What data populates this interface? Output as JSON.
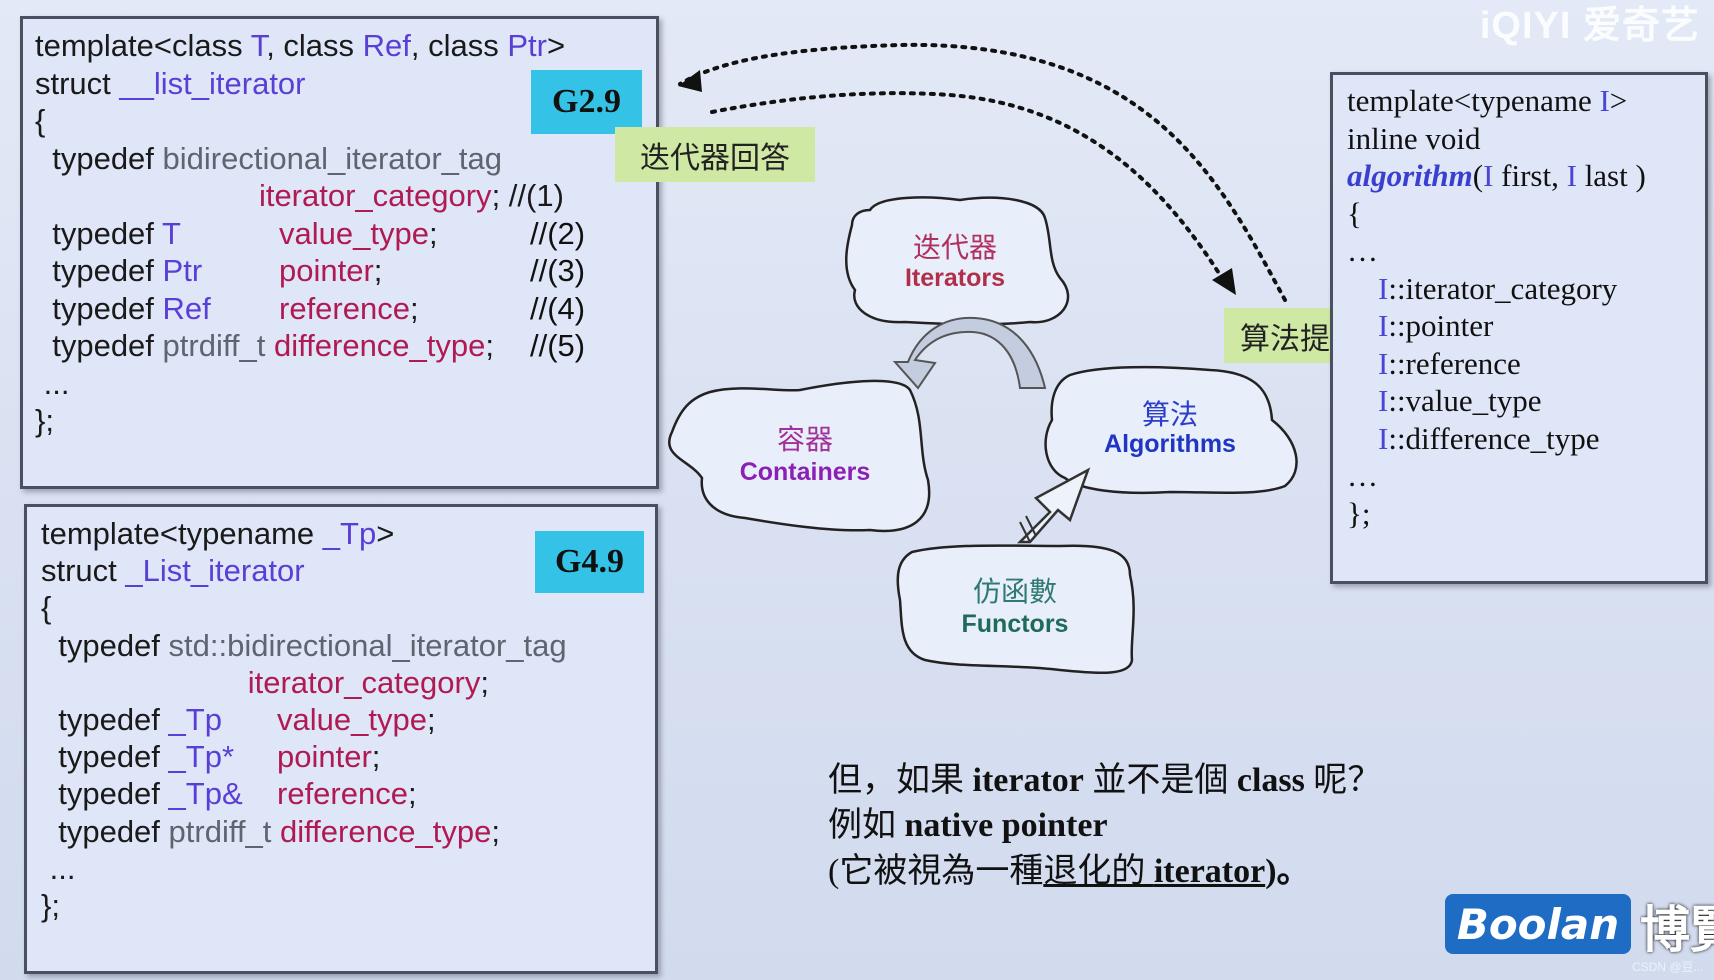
{
  "watermark": {
    "logo": "iQIYI 爱奇艺"
  },
  "g29": {
    "version": "G2.9",
    "lines": [
      [
        [
          "template<class ",
          "kw"
        ],
        [
          "T",
          "tp"
        ],
        [
          ", class ",
          "kw"
        ],
        [
          "Ref",
          "tp"
        ],
        [
          ", class ",
          "kw"
        ],
        [
          "Ptr",
          "tp"
        ],
        [
          ">",
          "kw"
        ]
      ],
      [
        [
          "struct ",
          "kw"
        ],
        [
          "__list_iterator",
          "tp"
        ]
      ],
      [
        [
          "{",
          "kw"
        ]
      ],
      [
        [
          "  typedef ",
          "kw"
        ],
        [
          "bidirectional_iterator_tag",
          "gy"
        ]
      ],
      [
        [
          "                          ",
          "kw"
        ],
        [
          "iterator_category",
          "rd"
        ],
        [
          "; //(1)",
          "kw"
        ]
      ],
      [
        [
          "  typedef ",
          "kw"
        ],
        [
          "T",
          "tp"
        ]
      ],
      [
        [
          "  typedef ",
          "kw"
        ],
        [
          "Ptr",
          "tp"
        ]
      ],
      [
        [
          "  typedef ",
          "kw"
        ],
        [
          "Ref",
          "tp"
        ]
      ],
      [
        [
          "  typedef ",
          "kw"
        ],
        [
          "ptrdiff_t ",
          "gy"
        ],
        [
          "difference_type",
          "rd"
        ],
        [
          ";",
          "kw"
        ]
      ],
      [
        [
          " ...",
          "kw"
        ]
      ],
      [
        [
          "};",
          "kw"
        ]
      ]
    ],
    "col2": [
      {
        "name": "value_type",
        "c": "//(2)"
      },
      {
        "name": "pointer",
        "c": "//(3)"
      },
      {
        "name": "reference",
        "c": "//(4)"
      }
    ],
    "comment5": "//(5)"
  },
  "g49": {
    "version": "G4.9",
    "lines": [
      [
        [
          "template<typename ",
          "kw"
        ],
        [
          "_Tp",
          "tp"
        ],
        [
          ">",
          "kw"
        ]
      ],
      [
        [
          "struct ",
          "kw"
        ],
        [
          "_List_iterator",
          "tp"
        ]
      ],
      [
        [
          "{",
          "kw"
        ]
      ],
      [
        [
          "  typedef ",
          "kw"
        ],
        [
          "std::bidirectional_iterator_tag",
          "gy"
        ]
      ],
      [
        [
          "                        ",
          "kw"
        ],
        [
          "iterator_category",
          "rd"
        ],
        [
          ";",
          "kw"
        ]
      ],
      [
        [
          "  typedef ",
          "kw"
        ],
        [
          "_Tp",
          "tp"
        ]
      ],
      [
        [
          "  typedef ",
          "kw"
        ],
        [
          "_Tp*",
          "tp"
        ]
      ],
      [
        [
          "  typedef ",
          "kw"
        ],
        [
          "_Tp&",
          "tp"
        ]
      ],
      [
        [
          "  typedef ",
          "kw"
        ],
        [
          "ptrdiff_t ",
          "gy"
        ],
        [
          "difference_type",
          "rd"
        ],
        [
          ";",
          "kw"
        ]
      ],
      [
        [
          " ...",
          "kw"
        ]
      ],
      [
        [
          "};",
          "kw"
        ]
      ]
    ],
    "col2": [
      "value_type;",
      "pointer;",
      "reference;"
    ]
  },
  "tags": {
    "answer": "迭代器回答",
    "ask": "算法提問"
  },
  "algo_box": {
    "lines": [
      [
        [
          "template<typename ",
          "k"
        ],
        [
          "I",
          "b"
        ],
        [
          ">",
          "k"
        ]
      ],
      [
        [
          "inline void",
          "k"
        ]
      ],
      [
        [
          "algorithm",
          "bi"
        ],
        [
          "(",
          "k"
        ],
        [
          "I",
          "b"
        ],
        [
          " first, ",
          "k"
        ],
        [
          "I",
          "b"
        ],
        [
          " last )",
          "k"
        ]
      ],
      [
        [
          "{",
          "k"
        ]
      ],
      [
        [
          "…",
          "k"
        ]
      ],
      [
        [
          "    I",
          "b"
        ],
        [
          "::iterator_category",
          "k"
        ]
      ],
      [
        [
          "    I",
          "b"
        ],
        [
          "::pointer",
          "k"
        ]
      ],
      [
        [
          "    I",
          "b"
        ],
        [
          "::reference",
          "k"
        ]
      ],
      [
        [
          "    I",
          "b"
        ],
        [
          "::value_type",
          "k"
        ]
      ],
      [
        [
          "    I",
          "b"
        ],
        [
          "::difference_type",
          "k"
        ]
      ],
      [
        [
          "…",
          "k"
        ]
      ],
      [
        [
          "};",
          "k"
        ]
      ]
    ]
  },
  "clouds": {
    "iterators": {
      "cn": "迭代器",
      "en": "Iterators",
      "cn_color": "#b0305e",
      "en_color": "#b0304a"
    },
    "containers": {
      "cn": "容器",
      "en": "Containers",
      "cn_color": "#a0309a",
      "en_color": "#8a20b4"
    },
    "algorithms": {
      "cn": "算法",
      "en": "Algorithms",
      "cn_color": "#2a3fc8",
      "en_color": "#1f36c2"
    },
    "functors": {
      "cn": "仿函數",
      "en": "Functors",
      "cn_color": "#2f7a72",
      "en_color": "#1f6b5a"
    }
  },
  "question": {
    "line1_a": "但，如果 ",
    "line1_b": "iterator",
    "line1_c": " 並不是個 ",
    "line1_d": "class",
    "line1_e": " 呢？",
    "line2_a": "例如 ",
    "line2_b": "native pointer",
    "line3_a": "(它被視為一種",
    "line3_u": "退化的 ",
    "line3_b": "iterator",
    "line3_c": ")。"
  },
  "brand": {
    "logo": "Boolan",
    "side": "博覽",
    "footer": "CSDN @豆..."
  }
}
